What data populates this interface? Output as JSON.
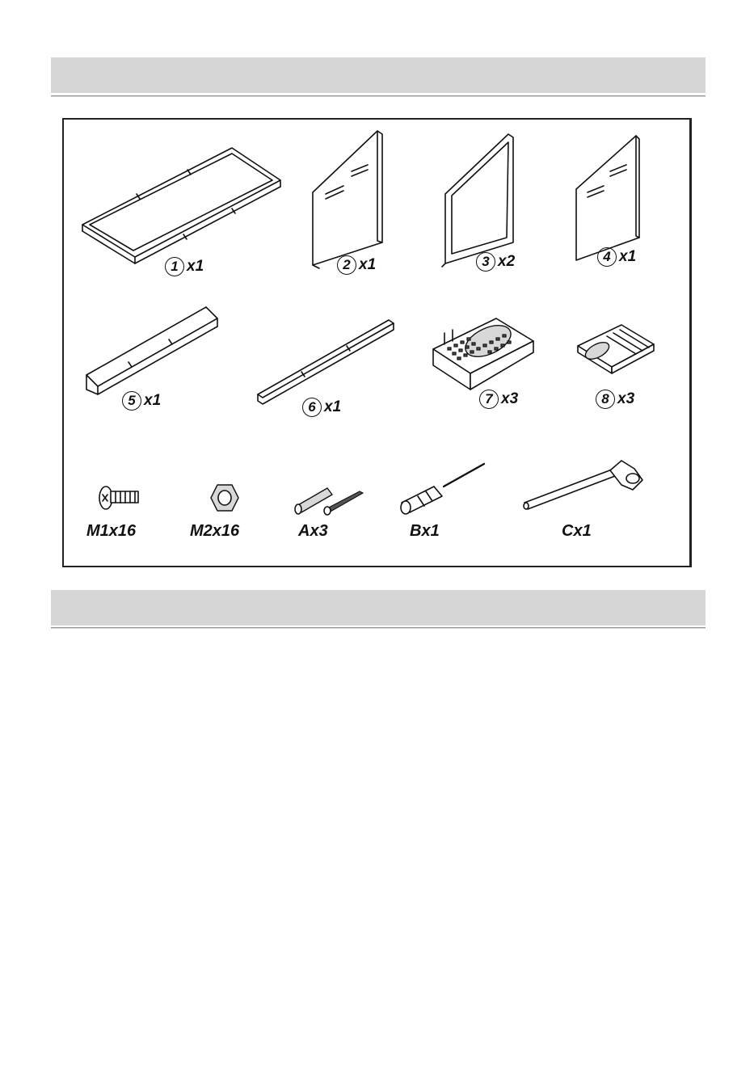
{
  "sections": [
    {
      "title": ""
    },
    {
      "title": ""
    }
  ],
  "parts": [
    {
      "number": "1",
      "qty": "x1"
    },
    {
      "number": "2",
      "qty": "x1"
    },
    {
      "number": "3",
      "qty": "x2"
    },
    {
      "number": "4",
      "qty": "x1"
    },
    {
      "number": "5",
      "qty": "x1"
    },
    {
      "number": "6",
      "qty": "x1"
    },
    {
      "number": "7",
      "qty": "x3"
    },
    {
      "number": "8",
      "qty": "x3"
    }
  ],
  "hardware": [
    {
      "label": "M1x16",
      "icon": "screw-icon"
    },
    {
      "label": "M2x16",
      "icon": "nut-icon"
    },
    {
      "label": "Ax3",
      "icon": "wall-anchor-icon"
    },
    {
      "label": "Bx1",
      "icon": "screwdriver-icon"
    },
    {
      "label": "Cx1",
      "icon": "socket-wrench-icon"
    }
  ]
}
